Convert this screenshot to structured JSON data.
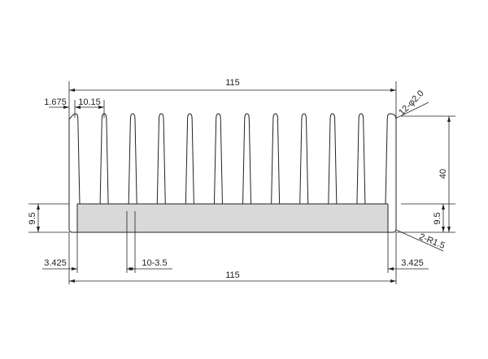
{
  "drawing": {
    "top_width": "115",
    "bottom_width": "115",
    "fin_pitch": "10.15",
    "edge_offset_top": "1.675",
    "hole_note": "12-φ2.0",
    "total_height": "40",
    "base_height_right": "9.5",
    "base_height_left": "9.5",
    "radius_note": "2-R1.5",
    "left_offset": "3.425",
    "right_offset": "3.425",
    "fin_thickness": "10-3.5"
  },
  "colors": {
    "line": "#222222",
    "fill": "#d9d9d9",
    "background": "#ffffff"
  },
  "fin_count": 12
}
